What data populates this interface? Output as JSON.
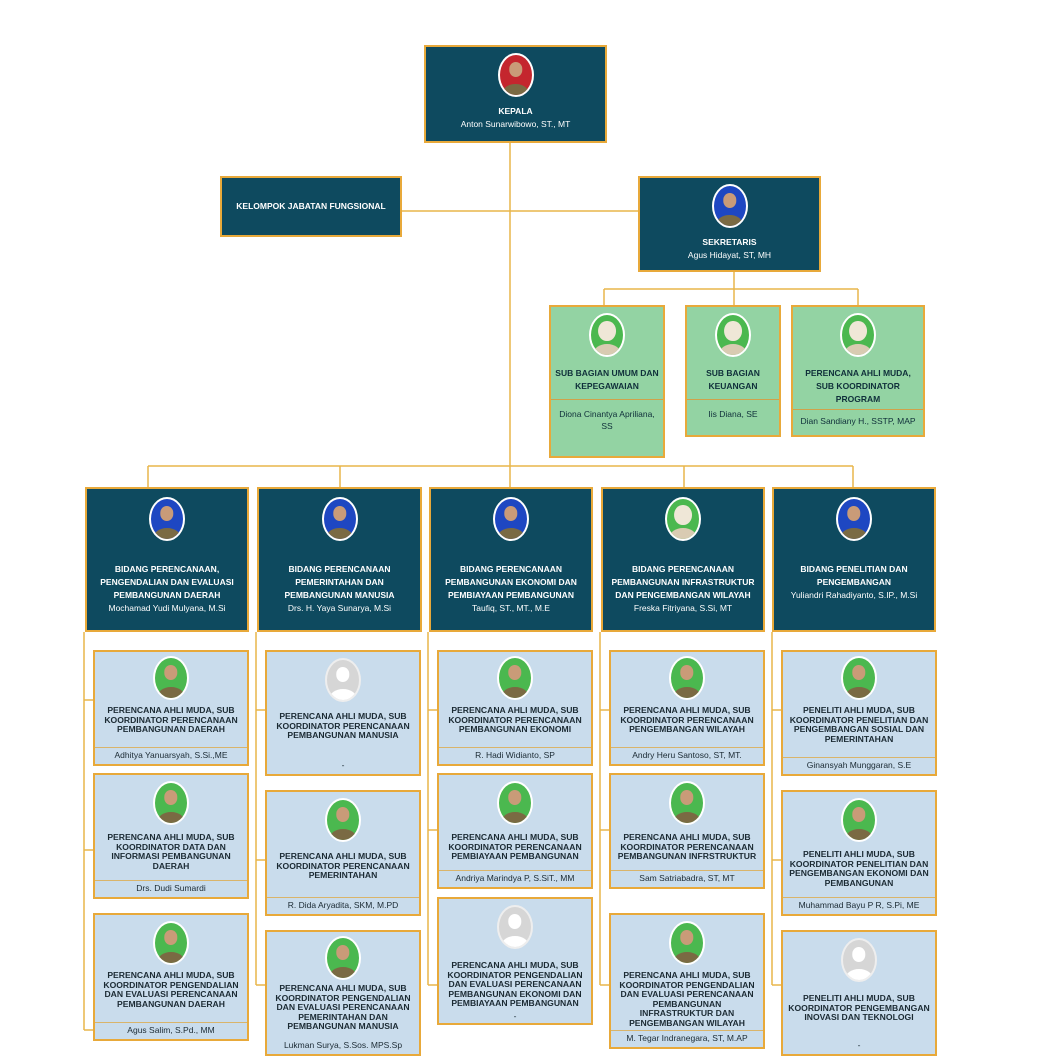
{
  "kepala": {
    "title": "KEPALA",
    "name": "Anton Sunarwibowo, ST., MT"
  },
  "fungsional": {
    "title": "KELOMPOK JABATAN FUNGSIONAL"
  },
  "sekretaris": {
    "title": "SEKRETARIS",
    "name": "Agus Hidayat, ST, MH"
  },
  "subbagian": [
    {
      "title": "SUB BAGIAN UMUM DAN KEPEGAWAIAN",
      "name": "Diona Cinantya Apriliana, SS"
    },
    {
      "title": "SUB BAGIAN KEUANGAN",
      "name": "Iis Diana, SE"
    },
    {
      "title": "PERENCANA AHLI MUDA, SUB KOORDINATOR PROGRAM",
      "name": "Dian Sandiany H., SSTP, MAP"
    }
  ],
  "bidang": [
    {
      "title": "BIDANG PERENCANAAN, PENGENDALIAN DAN EVALUASI PEMBANGUNAN DAERAH",
      "name": "Mochamad Yudi Mulyana, M.Si",
      "staff": [
        {
          "title": "PERENCANA AHLI MUDA, SUB KOORDINATOR PERENCANAAN PEMBANGUNAN DAERAH",
          "name": "Adhitya Yanuarsyah, S.Si.,ME"
        },
        {
          "title": "PERENCANA AHLI MUDA, SUB KOORDINATOR DATA DAN INFORMASI PEMBANGUNAN DAERAH",
          "name": "Drs. Dudi Sumardi"
        },
        {
          "title": "PERENCANA AHLI MUDA, SUB KOORDINATOR PENGENDALIAN DAN EVALUASI PERENCANAAN PEMBANGUNAN DAERAH",
          "name": "Agus Salim, S.Pd., MM"
        }
      ]
    },
    {
      "title": "BIDANG PERENCANAAN PEMERINTAHAN DAN PEMBANGUNAN MANUSIA",
      "name": "Drs. H. Yaya Sunarya, M.Si",
      "staff": [
        {
          "title": "PERENCANA AHLI MUDA, SUB KOORDINATOR PERENCANAAN PEMBANGUNAN MANUSIA",
          "name": "-"
        },
        {
          "title": "PERENCANA AHLI MUDA, SUB KOORDINATOR PERENCANAAN PEMERINTAHAN",
          "name": "R. Dida Aryadita, SKM, M.PD"
        },
        {
          "title": "PERENCANA AHLI MUDA, SUB KOORDINATOR PENGENDALIAN DAN EVALUASI PERENCANAAN PEMERINTAHAN DAN PEMBANGUNAN MANUSIA",
          "name": "Lukman Surya, S.Sos. MPS.Sp"
        }
      ]
    },
    {
      "title": "BIDANG PERENCANAAN PEMBANGUNAN EKONOMI DAN PEMBIAYAAN PEMBANGUNAN",
      "name": "Taufiq, ST., MT., M.E",
      "staff": [
        {
          "title": "PERENCANA AHLI MUDA, SUB KOORDINATOR PERENCANAAN PEMBANGUNAN EKONOMI",
          "name": "R. Hadi Widianto, SP"
        },
        {
          "title": "PERENCANA AHLI MUDA, SUB KOORDINATOR PERENCANAAN PEMBIAYAAN PEMBANGUNAN",
          "name": "Andriya Marindya P, S.SiT., MM"
        },
        {
          "title": "PERENCANA AHLI MUDA, SUB KOORDINATOR PENGENDALIAN DAN EVALUASI PERENCANAAN PEMBANGUNAN EKONOMI DAN PEMBIAYAAN PEMBANGUNAN",
          "name": "-"
        }
      ]
    },
    {
      "title": "BIDANG PERENCANAAN PEMBANGUNAN INFRASTRUKTUR DAN PENGEMBANGAN WILAYAH",
      "name": "Freska Fitriyana, S.Si, MT",
      "staff": [
        {
          "title": "PERENCANA AHLI MUDA, SUB KOORDINATOR PERENCANAAN PENGEMBANGAN WILAYAH",
          "name": "Andry Heru Santoso, ST, MT."
        },
        {
          "title": "PERENCANA AHLI MUDA, SUB KOORDINATOR PERENCANAAN PEMBANGUNAN INFRSTRUKTUR",
          "name": "Sam Satriabadra, ST, MT"
        },
        {
          "title": "PERENCANA AHLI MUDA, SUB KOORDINATOR PENGENDALIAN DAN EVALUASI PERENCANAAN PEMBANGUNAN INFRASTRUKTUR DAN PENGEMBANGAN WILAYAH",
          "name": "M. Tegar Indranegara, ST, M.AP"
        }
      ]
    },
    {
      "title": "BIDANG PENELITIAN DAN PENGEMBANGAN",
      "name": "Yuliandri Rahadiyanto, S.IP., M.Si",
      "staff": [
        {
          "title": "PENELITI AHLI MUDA, SUB KOORDINATOR PENELITIAN DAN PENGEMBANGAN SOSIAL DAN PEMERINTAHAN",
          "name": "Ginansyah Munggaran, S.E"
        },
        {
          "title": "PENELITI AHLI MUDA, SUB KOORDINATOR PENELITIAN DAN PENGEMBANGAN EKONOMI DAN PEMBANGUNAN",
          "name": "Muhammad Bayu P R, S.Pi, ME"
        },
        {
          "title": "PENELITI AHLI MUDA, SUB KOORDINATOR PENGEMBANGAN INOVASI DAN TEKNOLOGI",
          "name": "-"
        }
      ]
    }
  ],
  "colors": {
    "dark": "#0e4a5f",
    "green": "#93d3a3",
    "light": "#c9dcec",
    "border": "#e8a93a"
  }
}
